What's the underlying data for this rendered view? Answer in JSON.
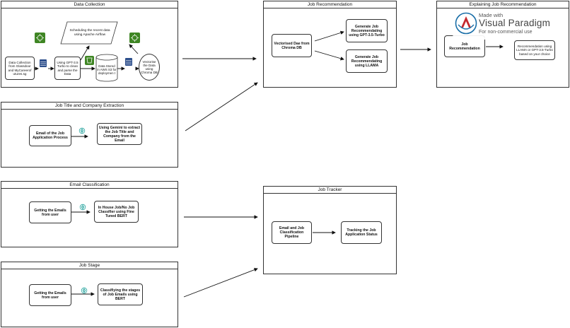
{
  "panels": {
    "data_collection": {
      "title": "Data Collection",
      "scheduler": "Scheduling the recent data using Apache Airflow",
      "source": "Data Collection from Glassdoor and MyCareerof utures.sg",
      "parse": "Using GPT-3.5 Turbo to clean and parse the Data",
      "store": "Data Stored in AWS S3 for deploymen t",
      "vectorise": "Vectorise the Data using Chroma DB"
    },
    "job_title": {
      "title": "Job Title and Company Extraction",
      "email": "Email  of the Job Application Process",
      "gemini": "Using Gemini to extract the  Job Title and Company from the Email"
    },
    "email_classification": {
      "title": "Email Classification",
      "getting": "Getting the Emails from user",
      "classifier": "In House Job/No Job Classifier using Fine Tuned BERT"
    },
    "job_stage": {
      "title": "Job Stage",
      "getting": "Getting the Emails from user",
      "classify": "Classifiying the stages of Job Emails using BERT"
    },
    "job_recommendation": {
      "title": "Job Recommendation",
      "vectorised": "Vectorised Dae from Chroma DB",
      "gpt": "Generate Job Recommendating using GPT-3.5-Turbo",
      "llama": "Generate Job Recommendating using LLAMA"
    },
    "explaining": {
      "title": "Explaining Job Recommendation",
      "job": "Job Recommendation",
      "explain": "Recommendation using LLAMA or GPT-3.5-Turbo based on your choice"
    },
    "job_tracker": {
      "title": "Job Tracker",
      "pipeline": "Email and Job Classification Pipeline",
      "tracking": "Tracking the Job Application Status"
    }
  },
  "watermark": {
    "made_with": "Made with",
    "brand": "Visual Paradigm",
    "sub": "For non-commercial use"
  },
  "colors": {
    "aws_green": "#3f8624",
    "db_blue": "#2d4f8c",
    "ml_teal": "#2aa6a0",
    "watermark_red": "#c4282e",
    "watermark_blue": "#1b6fa8"
  }
}
